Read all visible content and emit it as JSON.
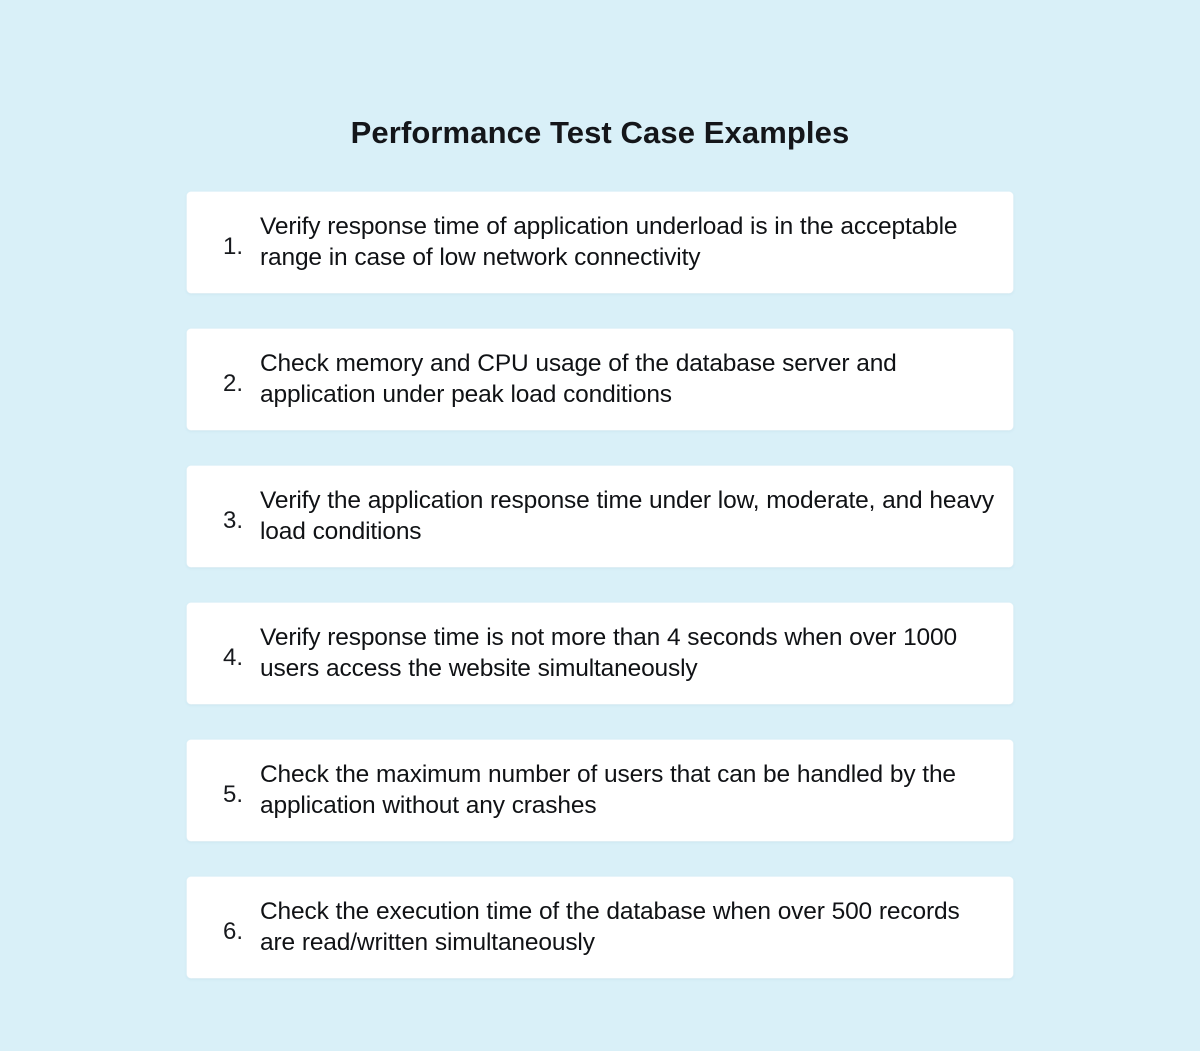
{
  "document": {
    "title": "Performance Test Case Examples",
    "background_color": "#d9f0f8",
    "card_color": "#ffffff",
    "text_color": "#101215"
  },
  "list": {
    "items": [
      {
        "number": "1.",
        "text": "Verify response time of application underload is in the acceptable range in case of low network connectivity"
      },
      {
        "number": "2.",
        "text": "Check memory and CPU usage of the database server and application under peak load conditions"
      },
      {
        "number": "3.",
        "text": "Verify the application response time under low, moderate, and heavy load conditions"
      },
      {
        "number": "4.",
        "text": "Verify response time is not more than 4 seconds when over 1000 users access the website simultaneously"
      },
      {
        "number": "5.",
        "text": "Check the maximum number of users that can be handled by the application without any crashes"
      },
      {
        "number": "6.",
        "text": "Check the execution time of the database when over 500 records are read/written simultaneously"
      }
    ]
  }
}
